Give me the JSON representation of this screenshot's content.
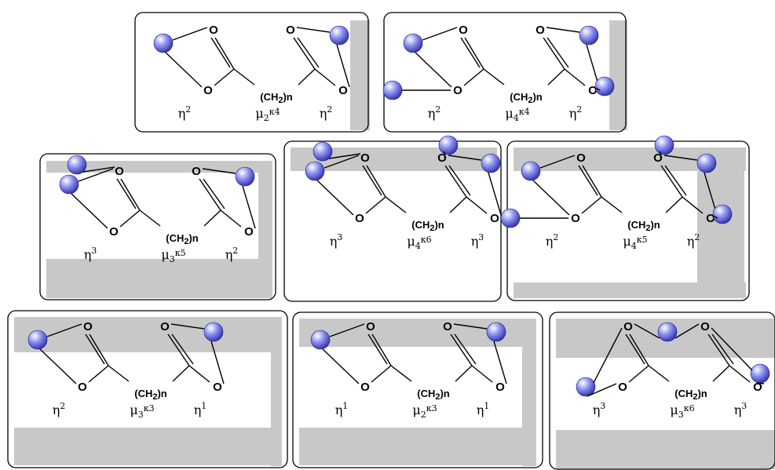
{
  "diagram": {
    "panels": [
      {
        "left_mode": "η",
        "left_sup": "2",
        "center_base": "μ",
        "center_sub": "2",
        "center_kappa": "κ",
        "center_sup": "4",
        "right_mode": "η",
        "right_sup": "2",
        "group": "(CH",
        "group_sub": "2",
        "group_end": ")n",
        "atom": "O"
      },
      {
        "left_mode": "η",
        "left_sup": "2",
        "center_base": "μ",
        "center_sub": "4",
        "center_kappa": "κ",
        "center_sup": "4",
        "right_mode": "η",
        "right_sup": "2",
        "group": "(CH",
        "group_sub": "2",
        "group_end": ")n",
        "atom": "O"
      },
      {
        "left_mode": "η",
        "left_sup": "3",
        "center_base": "μ",
        "center_sub": "3",
        "center_kappa": "κ",
        "center_sup": "5",
        "right_mode": "η",
        "right_sup": "2",
        "group": "(CH",
        "group_sub": "2",
        "group_end": ")n",
        "atom": "O"
      },
      {
        "left_mode": "η",
        "left_sup": "3",
        "center_base": "μ",
        "center_sub": "4",
        "center_kappa": "κ",
        "center_sup": "6",
        "right_mode": "η",
        "right_sup": "3",
        "group": "(CH",
        "group_sub": "2",
        "group_end": ")n",
        "atom": "O"
      },
      {
        "left_mode": "η",
        "left_sup": "2",
        "center_base": "μ",
        "center_sub": "4",
        "center_kappa": "κ",
        "center_sup": "5",
        "right_mode": "η",
        "right_sup": "2",
        "group": "(CH",
        "group_sub": "2",
        "group_end": ")n",
        "atom": "O"
      },
      {
        "left_mode": "η",
        "left_sup": "2",
        "center_base": "μ",
        "center_sub": "3",
        "center_kappa": "κ",
        "center_sup": "3",
        "right_mode": "η",
        "right_sup": "1",
        "group": "(CH",
        "group_sub": "2",
        "group_end": ")n",
        "atom": "O"
      },
      {
        "left_mode": "η",
        "left_sup": "1",
        "center_base": "μ",
        "center_sub": "2",
        "center_kappa": "κ",
        "center_sup": "3",
        "right_mode": "η",
        "right_sup": "1",
        "group": "(CH",
        "group_sub": "2",
        "group_end": ")n",
        "atom": "O"
      },
      {
        "left_mode": "η",
        "left_sup": "3",
        "center_base": "μ",
        "center_sub": "3",
        "center_kappa": "κ",
        "center_sup": "6",
        "right_mode": "η",
        "right_sup": "3",
        "group": "(CH",
        "group_sub": "2",
        "group_end": ")n",
        "atom": "O"
      }
    ],
    "colors": {
      "metal": "#5b62e6",
      "bond": "#000000",
      "shade": "#c8c8c8",
      "frame": "#000000"
    }
  }
}
